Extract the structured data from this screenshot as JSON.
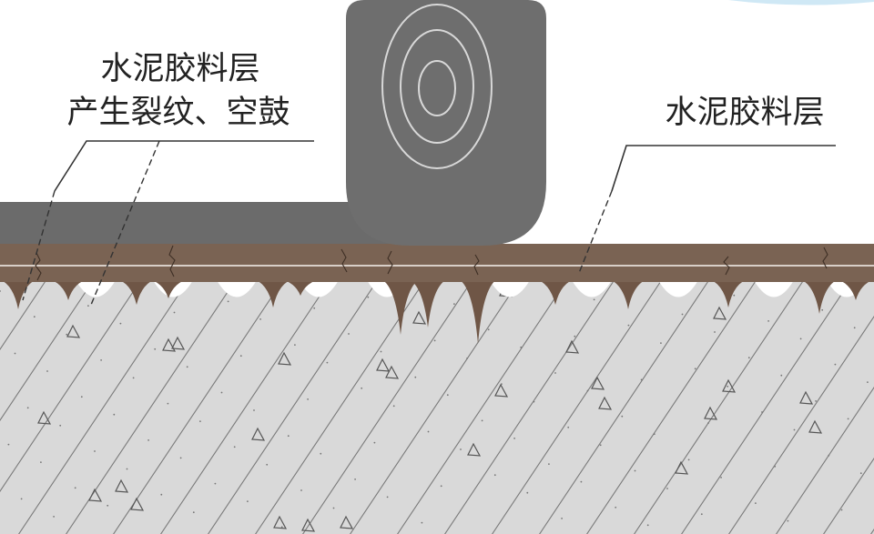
{
  "labels": {
    "left_line1": "水泥胶料层",
    "left_line2": "产生裂纹、空鼓",
    "right": "水泥胶料层"
  },
  "colors": {
    "background": "#ffffff",
    "membrane": "#6b6b6b",
    "mortar_layer": "#7a6353",
    "mortar_drips": "#6f5646",
    "substrate": "#d9d9d9",
    "hatch": "#7a7a7a",
    "roll_rings": "#d8d8d8",
    "label_text": "#222222"
  }
}
